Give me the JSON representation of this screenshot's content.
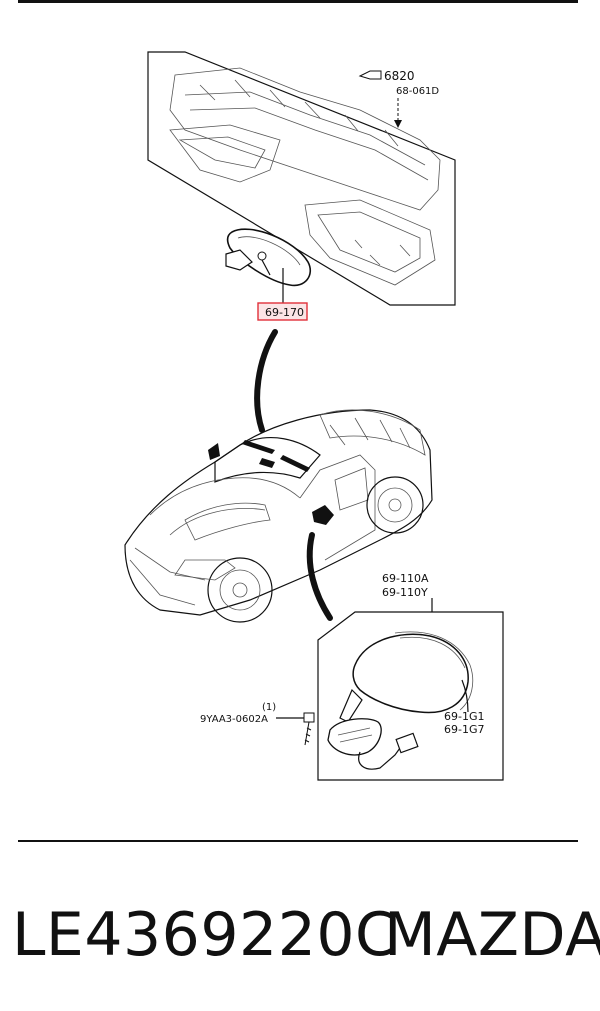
{
  "callouts": {
    "ref_6820": "6820",
    "ref_68_061D": "68-061D",
    "part_69_170": "69-170",
    "part_69_110A": "69-110A",
    "part_69_110Y": "69-110Y",
    "screw_qty": "(1)",
    "screw_part": "9YAA3-0602A",
    "part_69_1G1": "69-1G1",
    "part_69_1G7": "69-1G7"
  },
  "footer": {
    "part_number": "LE4369220C",
    "brand": "MAZDA"
  },
  "colors": {
    "highlight": "#e0303a",
    "highlight_fill": "#fbe5e6",
    "ink": "#111111"
  }
}
